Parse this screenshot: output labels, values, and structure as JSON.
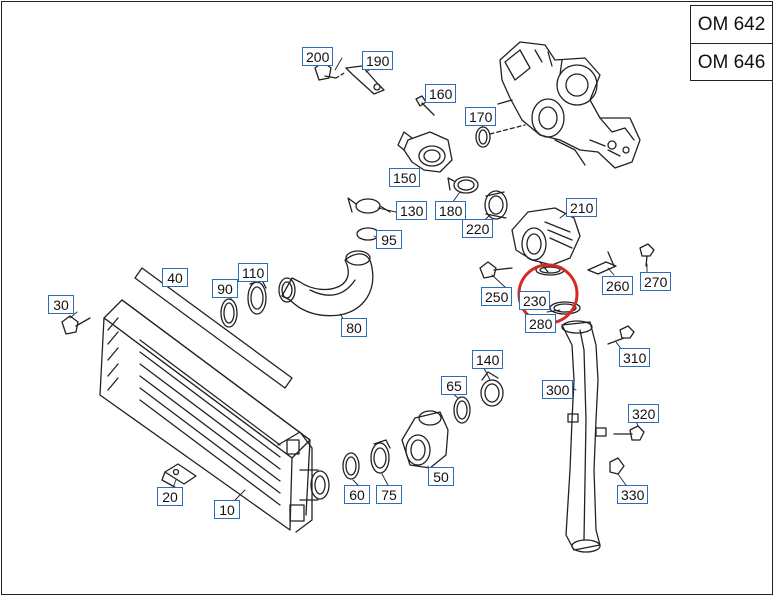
{
  "engines": [
    "OM 642",
    "OM 646"
  ],
  "callouts": {
    "p10": "10",
    "p20": "20",
    "p30": "30",
    "p40": "40",
    "p50": "50",
    "p60": "60",
    "p65": "65",
    "p75": "75",
    "p80": "80",
    "p90": "90",
    "p95": "95",
    "p110": "110",
    "p130": "130",
    "p140": "140",
    "p150": "150",
    "p160": "160",
    "p170": "170",
    "p180": "180",
    "p190": "190",
    "p200": "200",
    "p210": "210",
    "p220": "220",
    "p230": "230",
    "p250": "250",
    "p260": "260",
    "p270": "270",
    "p280": "280",
    "p300": "300",
    "p310": "310",
    "p320": "320",
    "p330": "330"
  },
  "highlight": {
    "part": "230",
    "color": "#d62b22"
  },
  "colors": {
    "callout_border": "#2a6eb8",
    "line_art": "#222222"
  }
}
